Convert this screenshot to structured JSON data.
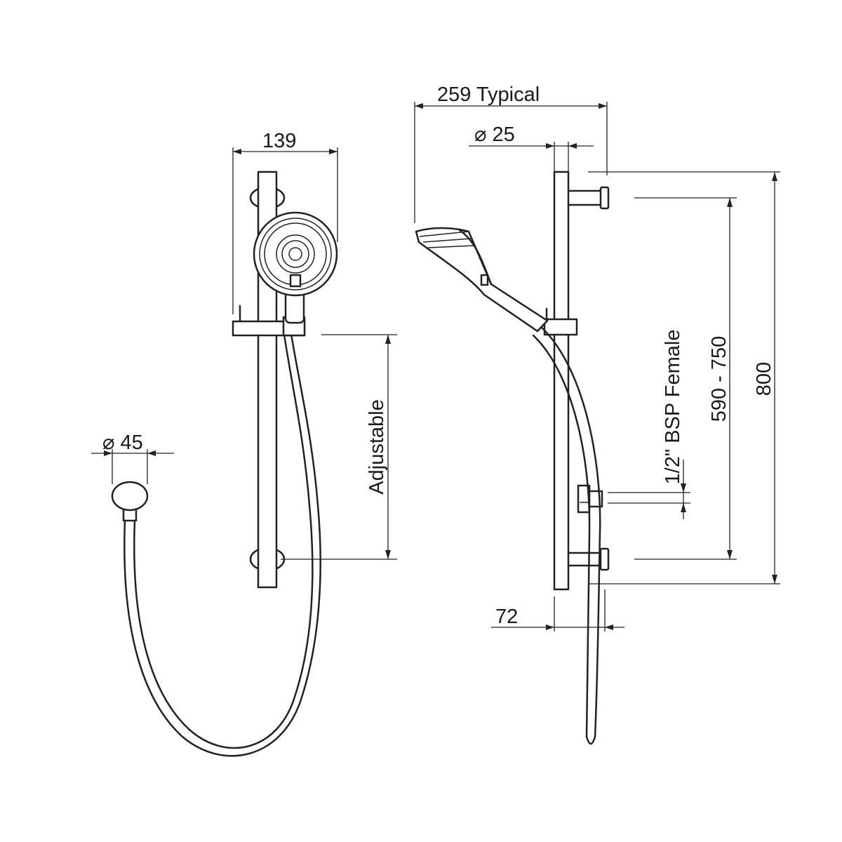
{
  "dimensions": {
    "hand_shower_diameter": "⌀ 45",
    "rail_offset_front": "139",
    "slide_adjust": "Adjustable",
    "typical_projection": "259 Typical",
    "outlet_diameter": "⌀ 25",
    "inlet_thread": "1/2\" BSP Female",
    "bracket_centres": "590 - 750",
    "rail_length": "800",
    "wall_offset": "72"
  }
}
